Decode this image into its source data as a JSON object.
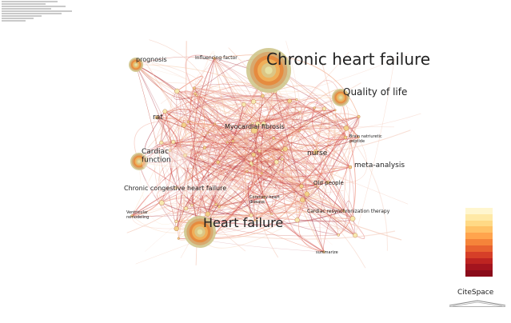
{
  "keywords": [
    {
      "id": "chf",
      "label": "Chronic heart failure",
      "size": "xl"
    },
    {
      "id": "hf",
      "label": "Heart failure",
      "size": "xl"
    },
    {
      "id": "qol",
      "label": "Quality of life",
      "size": "l"
    },
    {
      "id": "prog",
      "label": "prognosis",
      "size": "m"
    },
    {
      "id": "card",
      "label": "Cardiac function",
      "size": "m"
    },
    {
      "id": "infl",
      "label": "Influencing factor",
      "size": "s"
    },
    {
      "id": "rat",
      "label": "rat",
      "size": "m"
    },
    {
      "id": "myo",
      "label": "Myocardial fibrosis",
      "size": "m"
    },
    {
      "id": "bnp",
      "label": "Brain natriuretic peptide",
      "size": "s"
    },
    {
      "id": "nurse",
      "label": "nurse",
      "size": "m"
    },
    {
      "id": "meta",
      "label": "meta-analysis",
      "size": "m"
    },
    {
      "id": "ccong",
      "label": "Chronic congestive heart failure",
      "size": "m"
    },
    {
      "id": "old",
      "label": "Old people",
      "size": "s"
    },
    {
      "id": "cad",
      "label": "Coronary heart disease",
      "size": "s"
    },
    {
      "id": "vent",
      "label": "Ventricular remodeling",
      "size": "s"
    },
    {
      "id": "crt",
      "label": "Cardiac resynchronization therapy",
      "size": "s"
    },
    {
      "id": "summ",
      "label": "summarize",
      "size": "xs"
    }
  ],
  "legend": {
    "colors": [
      "#fff6cf",
      "#ffe9a6",
      "#ffd985",
      "#ffc166",
      "#ffa44d",
      "#f5843a",
      "#e86230",
      "#d63f28",
      "#be2421",
      "#a4141e",
      "#8a0c1a"
    ]
  },
  "brand": {
    "name": "CiteSpace"
  }
}
